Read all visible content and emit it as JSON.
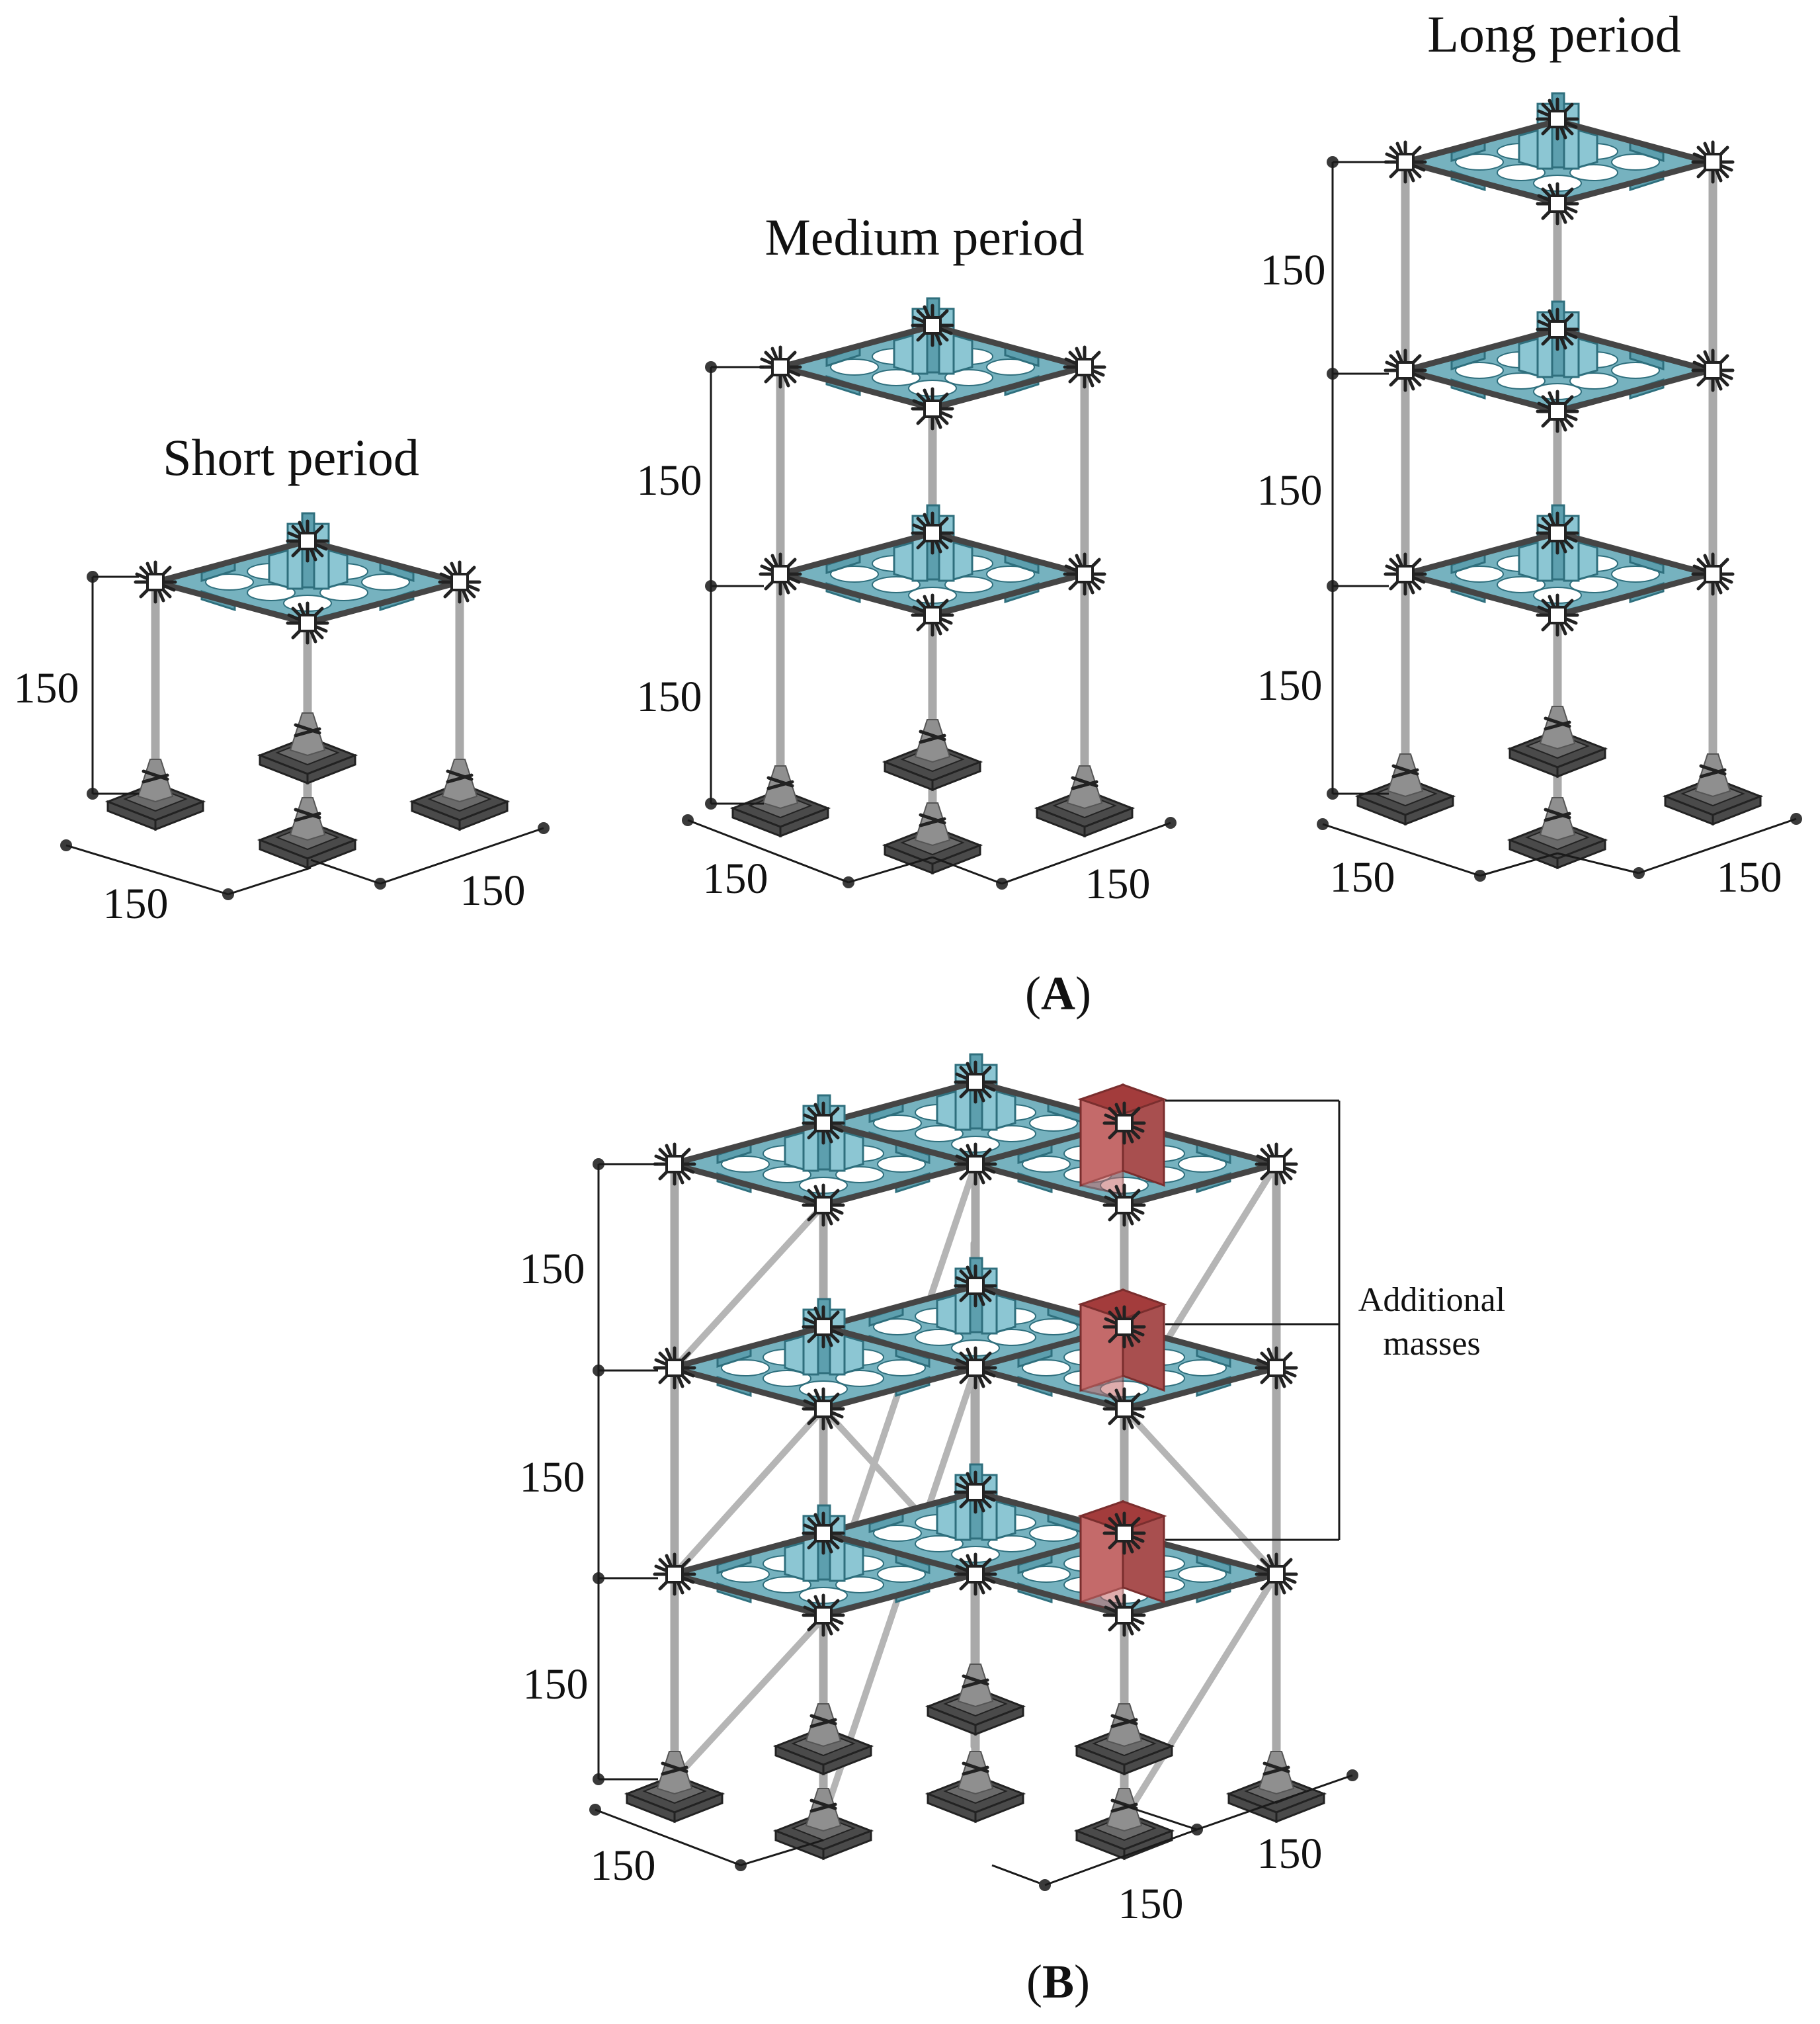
{
  "panel_a": {
    "label_open": "(",
    "label_letter": "A",
    "label_close": ")",
    "short": {
      "title": "Short period",
      "storey_heights": [
        "150"
      ],
      "plan_x": "150",
      "plan_y": "150"
    },
    "medium": {
      "title": "Medium period",
      "storey_heights": [
        "150",
        "150"
      ],
      "plan_x": "150",
      "plan_y": "150"
    },
    "long": {
      "title": "Long period",
      "storey_heights": [
        "150",
        "150",
        "150"
      ],
      "plan_x": "150",
      "plan_y": "150"
    }
  },
  "panel_b": {
    "label_open": "(",
    "label_letter": "B",
    "label_close": ")",
    "storey_heights": [
      "150",
      "150",
      "150"
    ],
    "plan_x": "150",
    "plan_y_1": "150",
    "plan_y_2": "150",
    "annotation_line1": "Additional",
    "annotation_line2": "masses"
  },
  "colors": {
    "floor_plate": "#76b2bf",
    "additional_mass": "#c46a6a",
    "column": "#a9a9a9",
    "joint": "#222222"
  }
}
